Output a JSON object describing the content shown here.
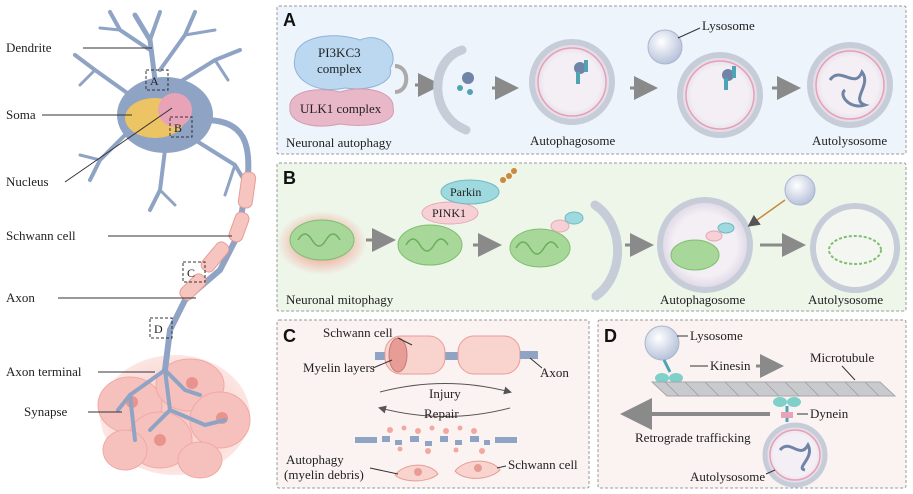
{
  "neuron": {
    "labels": {
      "dendrite": "Dendrite",
      "soma": "Soma",
      "nucleus": "Nucleus",
      "schwann": "Schwann cell",
      "axon": "Axon",
      "axon_terminal": "Axon terminal",
      "synapse": "Synapse"
    },
    "boxes": {
      "a": "A",
      "b": "B",
      "c": "C",
      "d": "D"
    }
  },
  "panel_a": {
    "letter": "A",
    "pi3kc3": "PI3KC3",
    "pi3kc3_2": "complex",
    "ulk1": "ULK1 complex",
    "caption": "Neuronal autophagy",
    "lysosome": "Lysosome",
    "autophagosome": "Autophagosome",
    "autolysosome": "Autolysosome"
  },
  "panel_b": {
    "letter": "B",
    "parkin": "Parkin",
    "pink1": "PINK1",
    "caption": "Neuronal mitophagy",
    "autophagosome": "Autophagosome",
    "autolysosome": "Autolysosome"
  },
  "panel_c": {
    "letter": "C",
    "schwann_top": "Schwann cell",
    "myelin": "Myelin layers",
    "axon": "Axon",
    "injury": "Injury",
    "repair": "Repair",
    "autophagy_1": "Autophagy",
    "autophagy_2": "(myelin debris)",
    "schwann_bottom": "Schwann cell"
  },
  "panel_d": {
    "letter": "D",
    "lysosome": "Lysosome",
    "kinesin": "Kinesin",
    "microtubule": "Microtubule",
    "dynein": "Dynein",
    "retrograde": "Retrograde trafficking",
    "autolysosome": "Autolysosome"
  },
  "colors": {
    "neuron": "#8fa3c4",
    "panel_a_bg": "#eef4fb",
    "panel_b_bg": "#eef6ea",
    "panel_cd_bg": "#fbf3f2",
    "mito": "#a8d79a",
    "lysosome": "#c9d3e6",
    "pink_ring": "#e6a8b6"
  }
}
